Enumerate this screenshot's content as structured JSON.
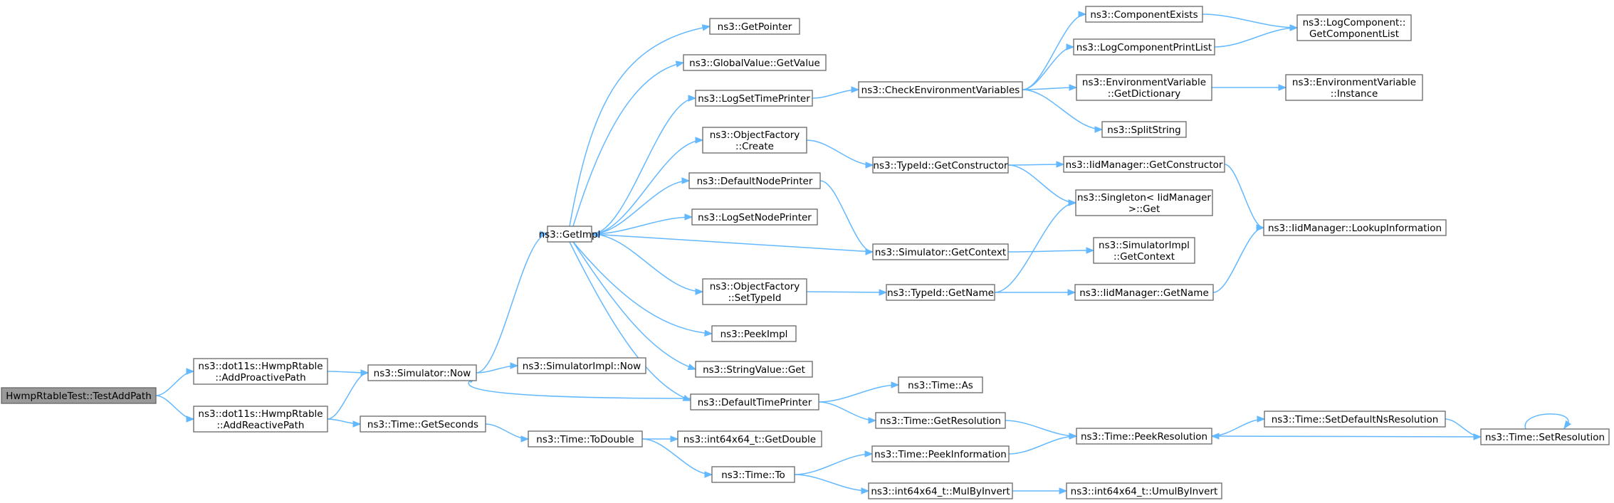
{
  "title": "",
  "nodes": [
    {
      "id": "root",
      "lines": [
        "HwmpRtableTest::TestAddPath"
      ],
      "root": true
    },
    {
      "id": "addpro",
      "lines": [
        "ns3::dot11s::HwmpRtable",
        "::AddProactivePath"
      ]
    },
    {
      "id": "addre",
      "lines": [
        "ns3::dot11s::HwmpRtable",
        "::AddReactivePath"
      ]
    },
    {
      "id": "simnow",
      "lines": [
        "ns3::Simulator::Now"
      ]
    },
    {
      "id": "getsec",
      "lines": [
        "ns3::Time::GetSeconds"
      ]
    },
    {
      "id": "getimpl",
      "lines": [
        "ns3::GetImpl"
      ]
    },
    {
      "id": "simimplnow",
      "lines": [
        "ns3::SimulatorImpl::Now"
      ]
    },
    {
      "id": "todouble",
      "lines": [
        "ns3::Time::ToDouble"
      ]
    },
    {
      "id": "getptr",
      "lines": [
        "ns3::GetPointer"
      ]
    },
    {
      "id": "gvget",
      "lines": [
        "ns3::GlobalValue::GetValue"
      ]
    },
    {
      "id": "logsettp",
      "lines": [
        "ns3::LogSetTimePrinter"
      ]
    },
    {
      "id": "ofcreate",
      "lines": [
        "ns3::ObjectFactory",
        "::Create"
      ]
    },
    {
      "id": "defnp",
      "lines": [
        "ns3::DefaultNodePrinter"
      ]
    },
    {
      "id": "logsetnp",
      "lines": [
        "ns3::LogSetNodePrinter"
      ]
    },
    {
      "id": "ofsettid",
      "lines": [
        "ns3::ObjectFactory",
        "::SetTypeId"
      ]
    },
    {
      "id": "peekimpl",
      "lines": [
        "ns3::PeekImpl"
      ]
    },
    {
      "id": "svget",
      "lines": [
        "ns3::StringValue::Get"
      ]
    },
    {
      "id": "deftp",
      "lines": [
        "ns3::DefaultTimePrinter"
      ]
    },
    {
      "id": "getdouble",
      "lines": [
        "ns3::int64x64_t::GetDouble"
      ]
    },
    {
      "id": "timeto",
      "lines": [
        "ns3::Time::To"
      ]
    },
    {
      "id": "checkenv",
      "lines": [
        "ns3::CheckEnvironmentVariables"
      ]
    },
    {
      "id": "tidgetc",
      "lines": [
        "ns3::TypeId::GetConstructor"
      ]
    },
    {
      "id": "simgetctx",
      "lines": [
        "ns3::Simulator::GetContext"
      ]
    },
    {
      "id": "tidgetname",
      "lines": [
        "ns3::TypeId::GetName"
      ]
    },
    {
      "id": "timeas",
      "lines": [
        "ns3::Time::As"
      ]
    },
    {
      "id": "getres",
      "lines": [
        "ns3::Time::GetResolution"
      ]
    },
    {
      "id": "peekinfo",
      "lines": [
        "ns3::Time::PeekInformation"
      ]
    },
    {
      "id": "mulbyinv",
      "lines": [
        "ns3::int64x64_t::MulByInvert"
      ]
    },
    {
      "id": "compexists",
      "lines": [
        "ns3::ComponentExists"
      ]
    },
    {
      "id": "logcompprint",
      "lines": [
        "ns3::LogComponentPrintList"
      ]
    },
    {
      "id": "envgetdict",
      "lines": [
        "ns3::EnvironmentVariable",
        "::GetDictionary"
      ]
    },
    {
      "id": "splitstring",
      "lines": [
        "ns3::SplitString"
      ]
    },
    {
      "id": "iidgetc",
      "lines": [
        "ns3::IidManager::GetConstructor"
      ]
    },
    {
      "id": "singleton",
      "lines": [
        "ns3::Singleton< IidManager",
        ">::Get"
      ]
    },
    {
      "id": "simimplctx",
      "lines": [
        "ns3::SimulatorImpl",
        "::GetContext"
      ]
    },
    {
      "id": "iidgetname",
      "lines": [
        "ns3::IidManager::GetName"
      ]
    },
    {
      "id": "peekres",
      "lines": [
        "ns3::Time::PeekResolution"
      ]
    },
    {
      "id": "umulbyinv",
      "lines": [
        "ns3::int64x64_t::UmulByInvert"
      ]
    },
    {
      "id": "logcompgetlist",
      "lines": [
        "ns3::LogComponent::",
        "GetComponentList"
      ]
    },
    {
      "id": "envinst",
      "lines": [
        "ns3::EnvironmentVariable",
        "::Instance"
      ]
    },
    {
      "id": "iidlookup",
      "lines": [
        "ns3::IidManager::LookupInformation"
      ]
    },
    {
      "id": "setdefns",
      "lines": [
        "ns3::Time::SetDefaultNsResolution"
      ]
    },
    {
      "id": "setres",
      "lines": [
        "ns3::Time::SetResolution"
      ]
    }
  ],
  "edges": [
    [
      "root",
      "addpro"
    ],
    [
      "root",
      "addre"
    ],
    [
      "addpro",
      "simnow"
    ],
    [
      "addre",
      "simnow"
    ],
    [
      "addre",
      "getsec"
    ],
    [
      "simnow",
      "getimpl"
    ],
    [
      "simnow",
      "simimplnow"
    ],
    [
      "getsec",
      "todouble"
    ],
    [
      "getimpl",
      "getptr"
    ],
    [
      "getimpl",
      "gvget"
    ],
    [
      "getimpl",
      "logsettp"
    ],
    [
      "getimpl",
      "ofcreate"
    ],
    [
      "getimpl",
      "defnp"
    ],
    [
      "getimpl",
      "logsetnp"
    ],
    [
      "getimpl",
      "ofsettid"
    ],
    [
      "getimpl",
      "peekimpl"
    ],
    [
      "getimpl",
      "svget"
    ],
    [
      "getimpl",
      "deftp"
    ],
    [
      "deftp",
      "simnow"
    ],
    [
      "deftp",
      "timeas"
    ],
    [
      "deftp",
      "getres"
    ],
    [
      "todouble",
      "getdouble"
    ],
    [
      "todouble",
      "timeto"
    ],
    [
      "logsettp",
      "checkenv"
    ],
    [
      "ofcreate",
      "tidgetc"
    ],
    [
      "defnp",
      "simgetctx"
    ],
    [
      "simgetctx",
      "getimpl"
    ],
    [
      "simgetctx",
      "simimplctx"
    ],
    [
      "ofsettid",
      "tidgetname"
    ],
    [
      "timeto",
      "peekinfo"
    ],
    [
      "timeto",
      "mulbyinv"
    ],
    [
      "checkenv",
      "compexists"
    ],
    [
      "checkenv",
      "logcompprint"
    ],
    [
      "checkenv",
      "envgetdict"
    ],
    [
      "checkenv",
      "splitstring"
    ],
    [
      "tidgetc",
      "iidgetc"
    ],
    [
      "tidgetc",
      "singleton"
    ],
    [
      "tidgetname",
      "singleton"
    ],
    [
      "tidgetname",
      "iidgetname"
    ],
    [
      "getres",
      "peekres"
    ],
    [
      "peekinfo",
      "peekres"
    ],
    [
      "mulbyinv",
      "umulbyinv"
    ],
    [
      "compexists",
      "logcompgetlist"
    ],
    [
      "logcompprint",
      "logcompgetlist"
    ],
    [
      "envgetdict",
      "envinst"
    ],
    [
      "iidgetc",
      "iidlookup"
    ],
    [
      "iidgetname",
      "iidlookup"
    ],
    [
      "peekres",
      "setdefns"
    ],
    [
      "setdefns",
      "setres"
    ],
    [
      "setres",
      "peekres"
    ],
    [
      "setres",
      "setres"
    ]
  ]
}
